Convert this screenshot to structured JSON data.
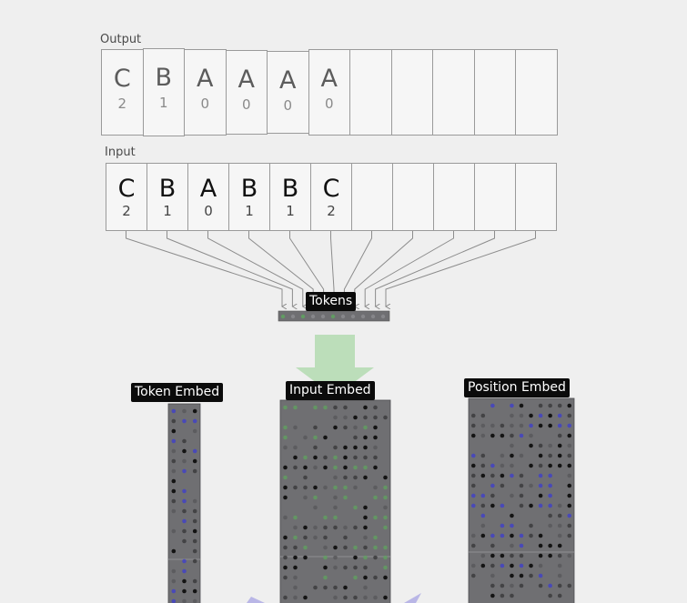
{
  "output": {
    "label": "Output",
    "cells": [
      {
        "letter": "C",
        "index": "2"
      },
      {
        "letter": "B",
        "index": "1"
      },
      {
        "letter": "A",
        "index": "0"
      },
      {
        "letter": "A",
        "index": "0"
      },
      {
        "letter": "A",
        "index": "0"
      },
      {
        "letter": "A",
        "index": "0"
      },
      {
        "letter": "",
        "index": ""
      },
      {
        "letter": "",
        "index": ""
      },
      {
        "letter": "",
        "index": ""
      },
      {
        "letter": "",
        "index": ""
      },
      {
        "letter": "",
        "index": ""
      }
    ]
  },
  "input": {
    "label": "Input",
    "cells": [
      {
        "letter": "C",
        "index": "2"
      },
      {
        "letter": "B",
        "index": "1"
      },
      {
        "letter": "A",
        "index": "0"
      },
      {
        "letter": "B",
        "index": "1"
      },
      {
        "letter": "B",
        "index": "1"
      },
      {
        "letter": "C",
        "index": "2"
      },
      {
        "letter": "",
        "index": ""
      },
      {
        "letter": "",
        "index": ""
      },
      {
        "letter": "",
        "index": ""
      },
      {
        "letter": "",
        "index": ""
      },
      {
        "letter": "",
        "index": ""
      }
    ]
  },
  "tokens": {
    "label": "Tokens"
  },
  "blocks": {
    "token_embed": "Token Embed",
    "input_embed": "Input Embed",
    "position_embed": "Position Embed"
  },
  "colors": {
    "background": "#efefef",
    "block_gray": "#6f6f72",
    "tint_green": "#5fa35f",
    "tint_blue": "#3c3ccf",
    "arrow_green": "#b6dcb4",
    "arrow_purple": "#b9b6e6",
    "connector": "#8c8c8c"
  }
}
